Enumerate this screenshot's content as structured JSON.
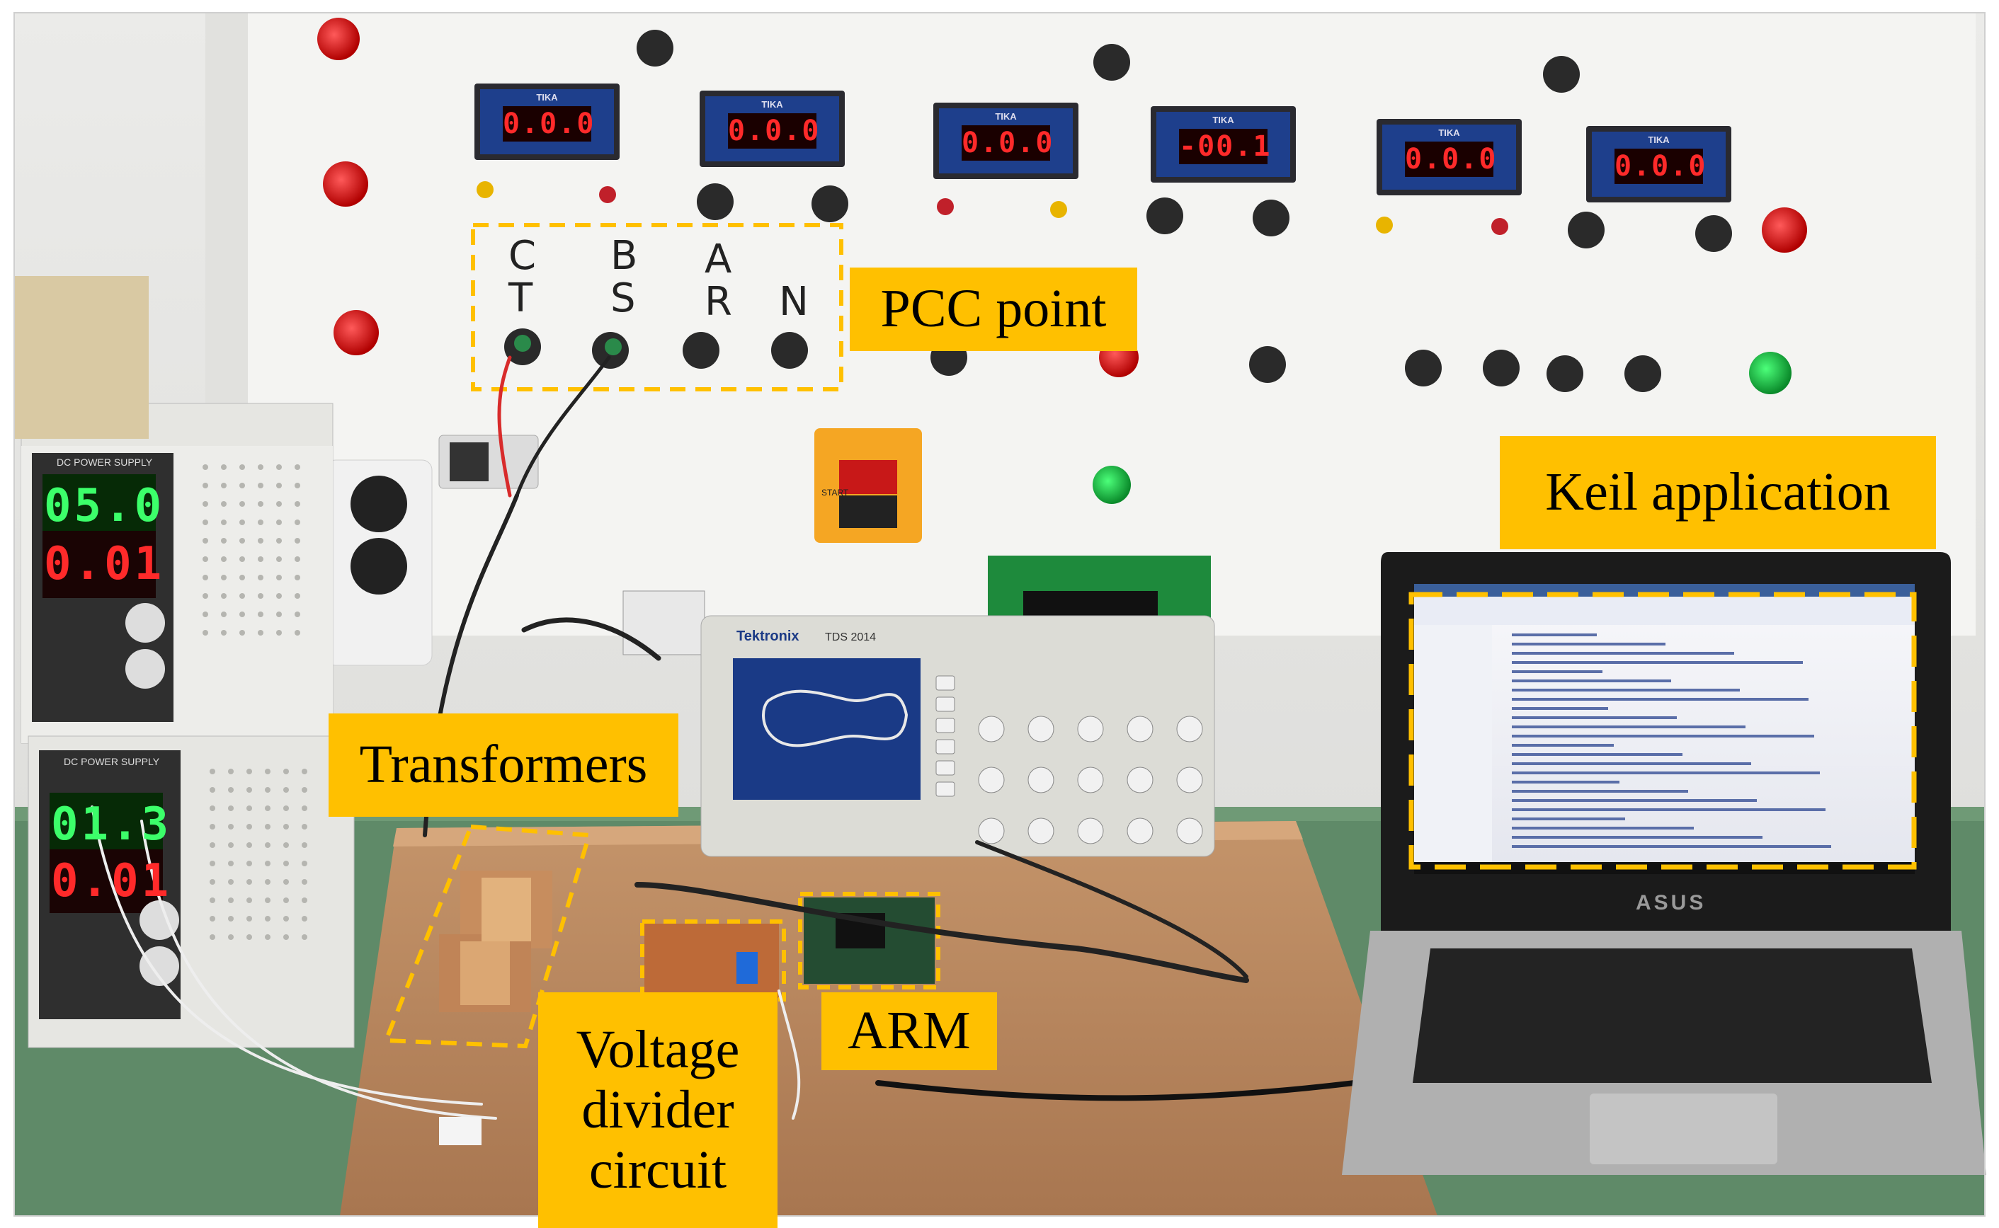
{
  "labels": {
    "pcc": "PCC point",
    "keil": "Keil application",
    "transformers": "Transformers",
    "arm": "ARM",
    "voltage_divider": [
      "Voltage",
      "divider",
      "circuit"
    ]
  },
  "panel": {
    "meter_brand": "TIKA",
    "meters": [
      "0.0.0",
      "0.0.0",
      "0.0.0",
      "-00.1",
      "0.0.0",
      "0.0.0"
    ],
    "phase_letters_top": [
      "C",
      "B",
      "A"
    ],
    "phase_letters_bottom": [
      "T",
      "S",
      "R",
      "N"
    ],
    "start_label": "START"
  },
  "power_supplies": {
    "upper": {
      "volts": "05.0",
      "amps": "0.01"
    },
    "lower": {
      "volts": "01.3",
      "amps": "0.01"
    },
    "header": "DC POWER SUPPLY"
  },
  "oscilloscope": {
    "brand": "Tektronix",
    "model": "TDS 2014"
  },
  "laptop": {
    "brand": "ASUS"
  },
  "colors": {
    "label_bg": "#ffc000",
    "dash": "#ffc000",
    "panel": "#f3f3f1",
    "wall": "#e8e8e6",
    "table": "#b8865a",
    "floor": "#5f8a68"
  }
}
